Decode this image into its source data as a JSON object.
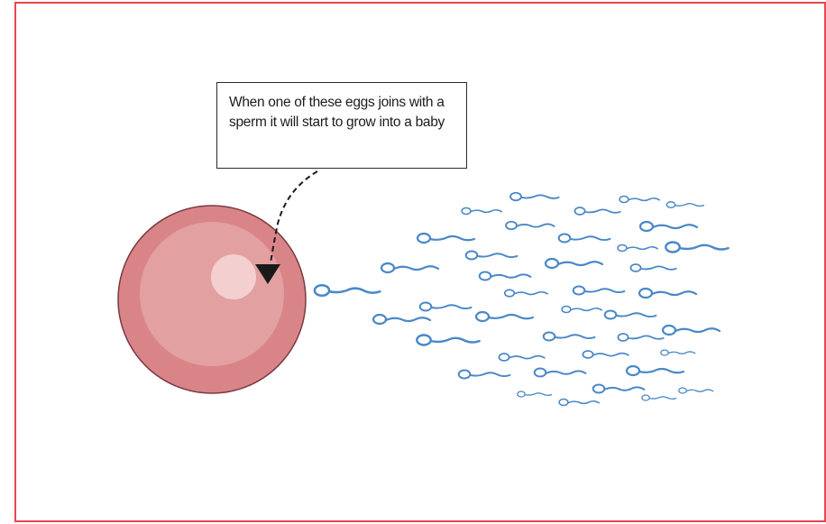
{
  "callout": {
    "text": "When one of these eggs joins with a sperm it will start to grow into a baby"
  },
  "colors": {
    "border": "#e8454f",
    "egg_outer": "#d98587",
    "egg_middle": "#e3a0a1",
    "egg_nucleus": "#f3cfcf",
    "egg_outline": "#7b3a42",
    "sperm": "#4a88c7",
    "arrow": "#1a1a1a"
  },
  "icons": [
    "egg-cell",
    "sperm-cell",
    "pointer-arrow"
  ]
}
